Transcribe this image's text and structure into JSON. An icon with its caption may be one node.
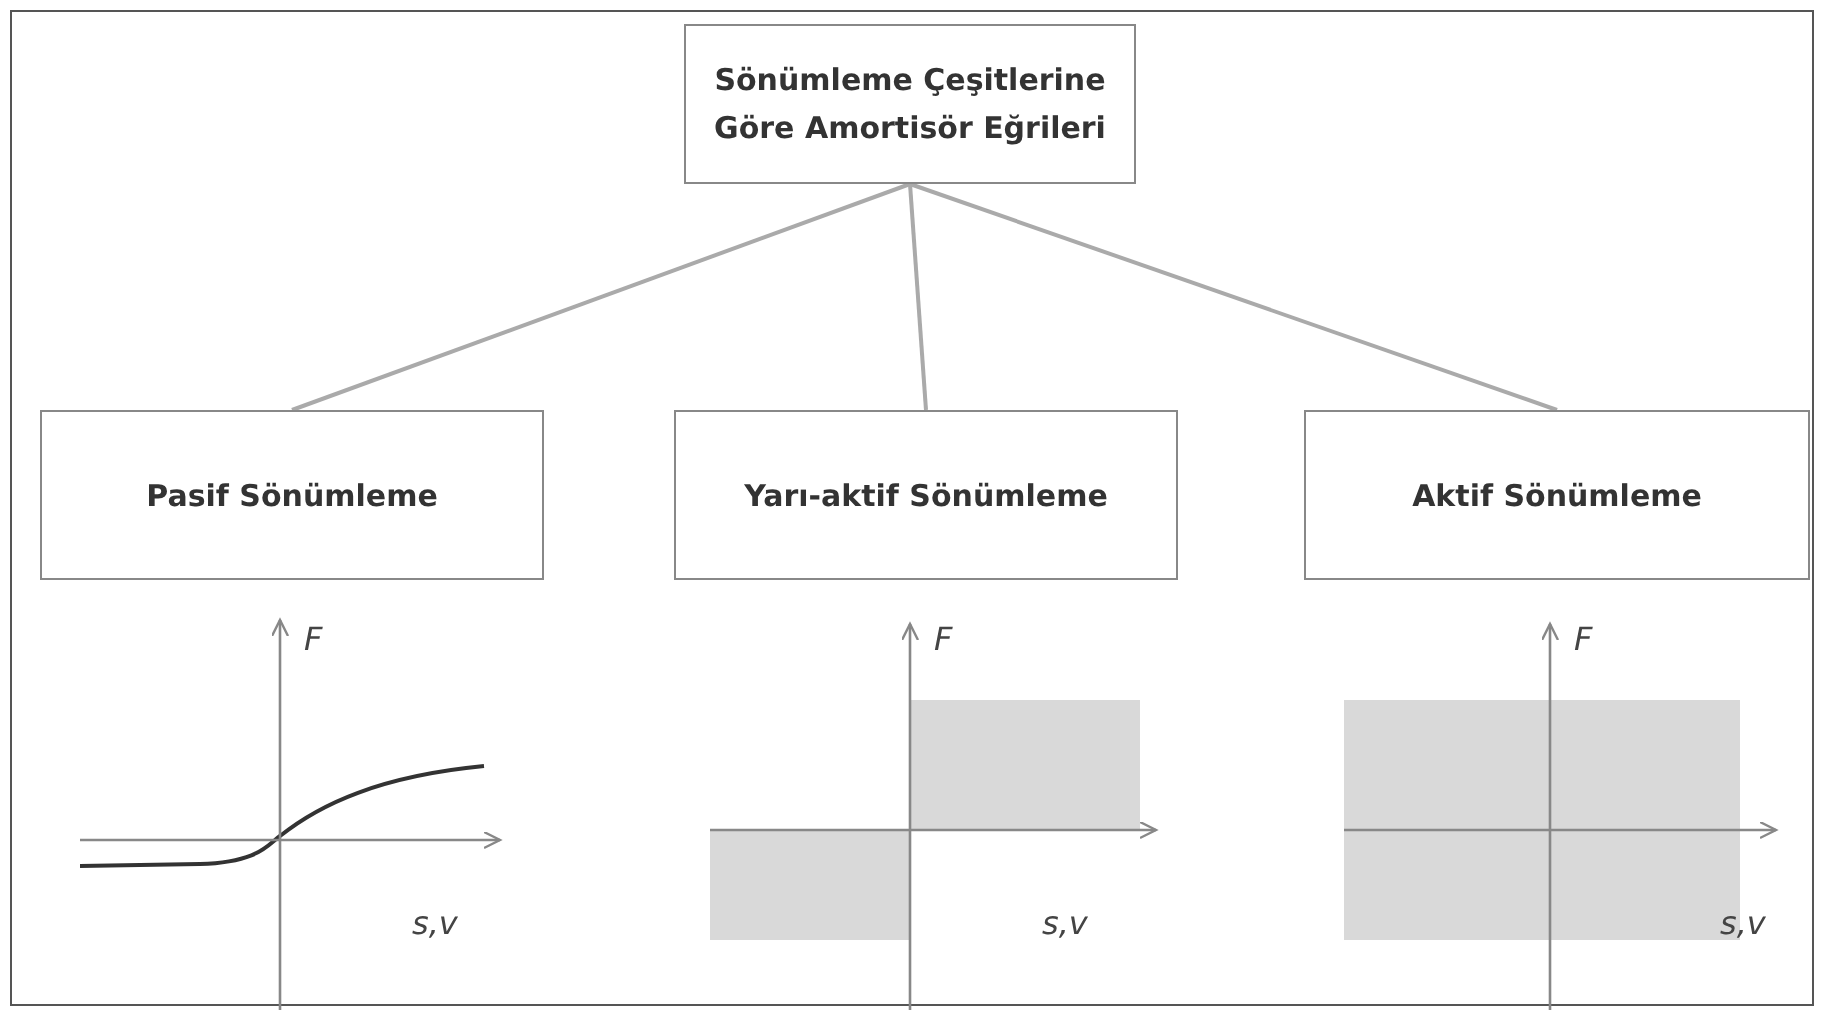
{
  "diagram": {
    "nodes": [
      {
        "text": [
          "Sönümleme Çeşitlerine Göre Amortisör Eğrileri"
        ]
      },
      {
        "text": [
          "Pasif Sönümleme"
        ]
      },
      {
        "text": [
          "Yarı-aktif Sönümleme"
        ]
      },
      {
        "text": [
          "Aktif Sönümleme"
        ]
      }
    ],
    "edges": [
      {
        "from": 0,
        "to": 1,
        "arrow": "none"
      },
      {
        "from": 0,
        "to": 2,
        "arrow": "none"
      },
      {
        "from": 0,
        "to": 3,
        "arrow": "none"
      }
    ],
    "labels": [
      "F",
      "s,v",
      "F",
      "s,v",
      "F",
      "s,v"
    ]
  }
}
